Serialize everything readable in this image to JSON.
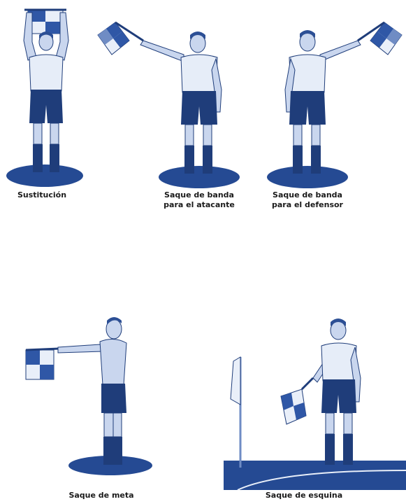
{
  "colors": {
    "ink": "#1f3d7a",
    "shade": "#2c4f95",
    "light": "#c9d6ee",
    "mid": "#6f8cc4",
    "shirt": "#e6edf8",
    "flag_light": "#e9eff9",
    "flag_dark": "#2f57a6",
    "turf": "#254a93"
  },
  "signals": [
    {
      "id": "substitution",
      "lines": [
        "Sustitución"
      ]
    },
    {
      "id": "throw-in-attacker",
      "lines": [
        "Saque de banda",
        "para el atacante"
      ]
    },
    {
      "id": "throw-in-defender",
      "lines": [
        "Saque de banda",
        "para el defensor"
      ]
    },
    {
      "id": "goal-kick",
      "lines": [
        "Saque de meta"
      ]
    },
    {
      "id": "corner-kick",
      "lines": [
        "Saque de esquina"
      ]
    }
  ]
}
